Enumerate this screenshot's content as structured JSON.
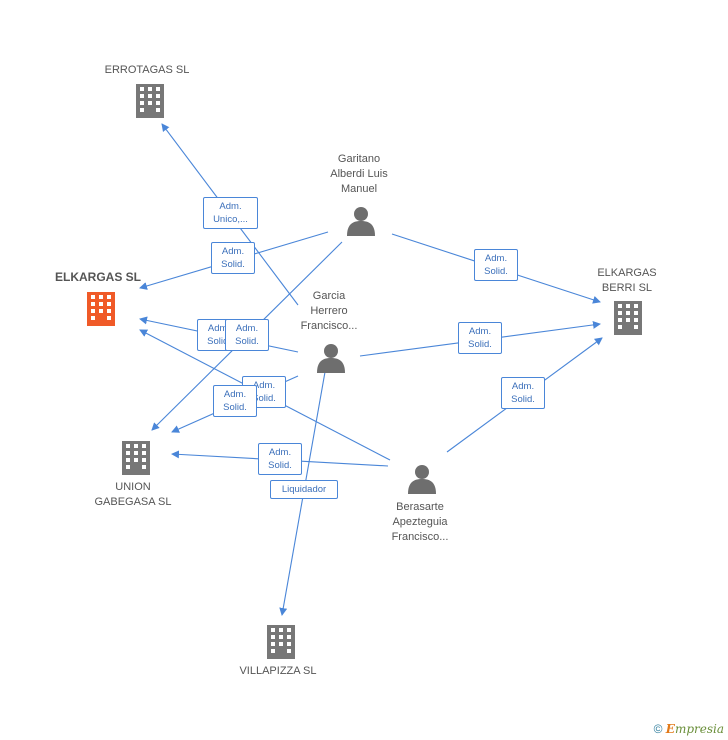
{
  "colors": {
    "edge": "#4a86d8",
    "company": "#777777",
    "company_main": "#f05a28",
    "person": "#6e6e6e"
  },
  "nodes": {
    "errotagas": {
      "label": "ERROTAGAS  SL",
      "icon": "building-icon"
    },
    "elkargas": {
      "label": "ELKARGAS SL",
      "icon": "building-icon"
    },
    "union": {
      "label_1": "UNION",
      "label_2": "GABEGASA SL",
      "icon": "building-icon"
    },
    "villapizza": {
      "label": "VILLAPIZZA SL",
      "icon": "building-icon"
    },
    "elkargas_berri": {
      "label_1": "ELKARGAS",
      "label_2": "BERRI SL",
      "icon": "building-icon"
    },
    "garitano": {
      "label_1": "Garitano",
      "label_2": "Alberdi Luis",
      "label_3": "Manuel",
      "icon": "person-icon"
    },
    "garcia": {
      "label_1": "Garcia",
      "label_2": "Herrero",
      "label_3": "Francisco...",
      "icon": "person-icon"
    },
    "berasarte": {
      "label_1": "Berasarte",
      "label_2": "Apezteguia",
      "label_3": "Francisco...",
      "icon": "person-icon"
    }
  },
  "badges": {
    "b1": {
      "line1": "Adm.",
      "line2": "Unico,..."
    },
    "b2": {
      "line1": "Adm.",
      "line2": "Solid."
    },
    "b3": {
      "line1": "Adm.",
      "line2": "Solid."
    },
    "b4": {
      "line1": "Adm.",
      "line2": "Solid."
    },
    "b5": {
      "line1": "Adm.",
      "line2": "Solid."
    },
    "b6": {
      "line1": "Adm.",
      "line2": "Solid."
    },
    "b7": {
      "line1": "Adm.",
      "line2": "Solid."
    },
    "b8": {
      "line1": "Adm.",
      "line2": "Solid."
    },
    "b9": {
      "line1": "Adm.",
      "line2": "Solid."
    },
    "b10": {
      "line1": "Adm.",
      "line2": "Solid."
    },
    "b11": {
      "line1": "Liquidador"
    }
  },
  "footer": {
    "copyright": "©",
    "brand_first": "E",
    "brand_rest": "mpresia"
  }
}
